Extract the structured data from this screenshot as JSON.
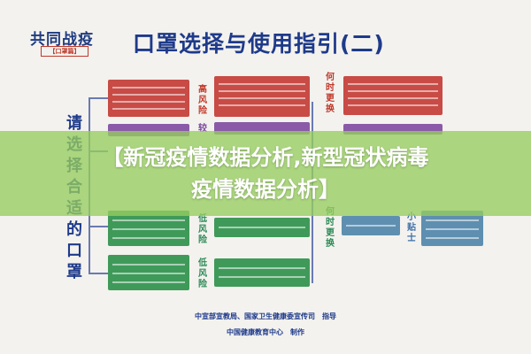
{
  "header": {
    "logo_main": "共同战疫",
    "logo_sub": "【口罩篇】",
    "title": "口罩选择与使用指引(二)"
  },
  "left_heading": [
    "请",
    "选",
    "择",
    "合",
    "适",
    "的",
    "口",
    "罩"
  ],
  "risk_labels": {
    "high": [
      "高",
      "风",
      "险"
    ],
    "medium": [
      "较"
    ],
    "low_mid": [
      "低",
      "风",
      "险"
    ],
    "low": [
      "低",
      "风",
      "险"
    ]
  },
  "change_label": [
    "何",
    "时",
    "更",
    "换"
  ],
  "change_label_2": [
    "何",
    "时",
    "更",
    "换"
  ],
  "tips_label": [
    "小",
    "贴",
    "士"
  ],
  "footer": {
    "line1": "中宣部宣教局、国家卫生健康委宣传司　指导",
    "line2": "中国健康教育中心　制作"
  },
  "banner": {
    "line1": "【新冠疫情数据分析,新型冠状病毒",
    "line2": "疫情数据分析】"
  },
  "colors": {
    "title": "#1e3a8a",
    "high": "#c84b45",
    "medium": "#8a5aa8",
    "low": "#3f9a5a",
    "banner": "#96cd5f"
  }
}
